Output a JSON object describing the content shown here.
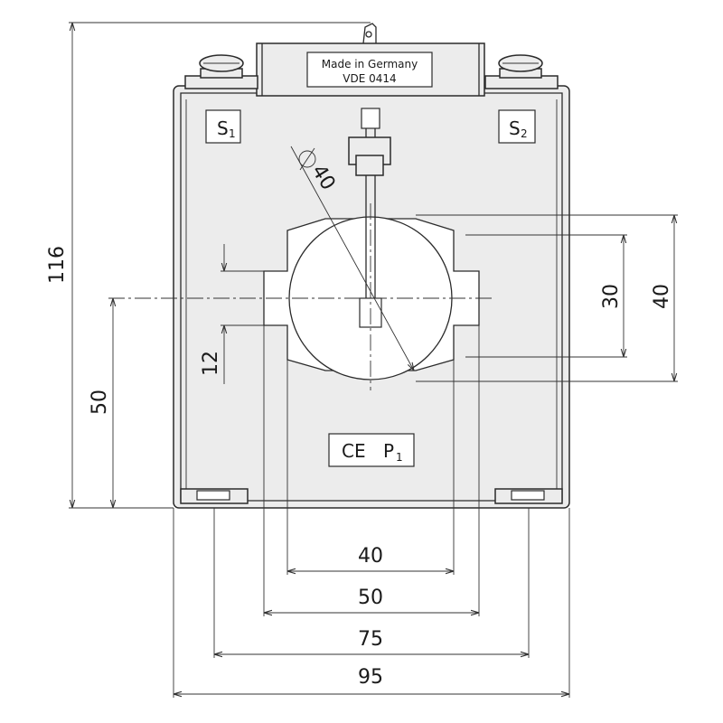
{
  "nameplate": {
    "line1": "Made in Germany",
    "line2": "VDE 0414"
  },
  "terminals": {
    "s1": "S",
    "s1_sub": "1",
    "s2": "S",
    "s2_sub": "2"
  },
  "marking": {
    "ce": "CE",
    "p1": "P",
    "p1_sub": "1"
  },
  "dimensions": {
    "height_total": "116",
    "height_center": "50",
    "slot_height": "12",
    "diameter": "40",
    "window_height_inner": "30",
    "window_height_outer": "40",
    "width_inner": "40",
    "width_window": "50",
    "width_terminals": "75",
    "width_total": "95"
  }
}
